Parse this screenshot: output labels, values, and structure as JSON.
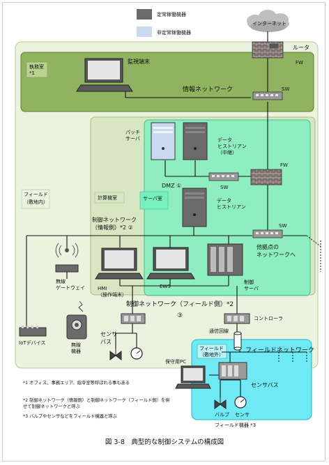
{
  "legend": {
    "always_on": "定常稼働機器",
    "not_always_on": "非定常稼働機器",
    "colors": {
      "always_on": "#6b6b6b",
      "not_always_on": "#c9daf0"
    }
  },
  "cloud": {
    "label": "インターネット"
  },
  "zones": {
    "office": "執務室\n*1",
    "field_site": "フィールド\n（敷地内）",
    "computer_room": "計算機室",
    "server_room": "サーバ室",
    "field_outside": "フィールド\n（敷地外）"
  },
  "devices": {
    "router": "ルータ",
    "fw_top": "FW",
    "sw_top": "SW",
    "monitor_terminal": "監視端末",
    "patch_server": "パッチ\nサーバ",
    "data_historian_relay": "データ\nヒストリアン\n（中継）",
    "fw_mid": "FW",
    "sw_dmz": "SW",
    "data_historian": "データ\nヒストリアン",
    "sw_control": "SW",
    "wireless_gateway": "無線\nゲートウェイ",
    "hmi": "HMI\n（操作端末）",
    "ews": "EWS",
    "control_server": "制御\nサーバ",
    "controller": "コントローラ",
    "iot_device": "IoTデバイス",
    "wireless_device": "無線\n機器",
    "maintenance_pc": "保守用PC",
    "comm_line": "通信回線",
    "valve": "バルブ",
    "sensor": "センサ"
  },
  "networks": {
    "info": "情報ネットワーク",
    "dmz": "DMZ ①",
    "control_info": "制御ネットワーク\n（情報側）*2 ②",
    "control_field": "制御ネットワーク（フィールド側）*2",
    "control_field_num": "③",
    "sensor_bus_left": "センサ\nバス",
    "field_network": "フィールドネットワーク",
    "sensor_bus_right": "センサバス",
    "other_sites": "他拠点の\nネットワークへ",
    "field_devices": "フィールド機器 *3"
  },
  "notes": [
    "*1 オフィス、事務エリア、指令室等呼ばれる事もある",
    "*2 制御ネットワーク（情報側）と制御ネットワーク（フィールド側）を併せて制御ネットワークと呼ぶ",
    "*3 バルブやセンサなどをフィールド機器と呼ぶ"
  ],
  "caption": "図 3-8　典型的な制御システムの構成図"
}
